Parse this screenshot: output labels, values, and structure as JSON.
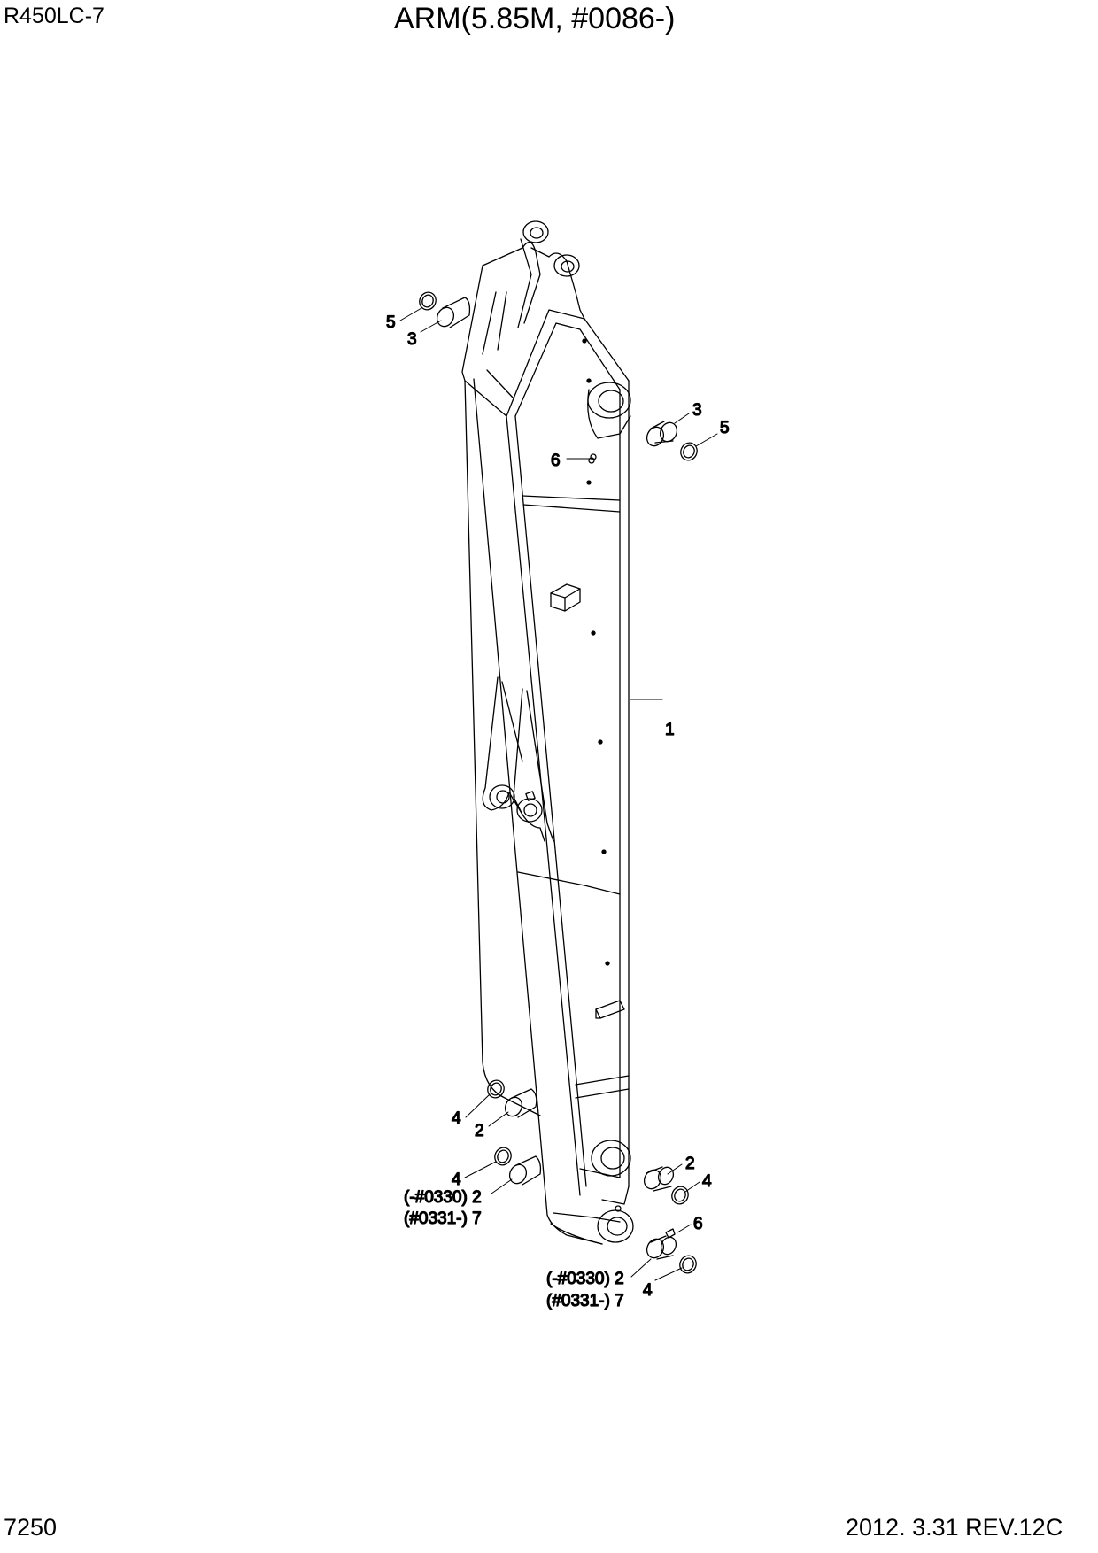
{
  "header": {
    "model": "R450LC-7",
    "title": "ARM(5.85M, #0086-)"
  },
  "footer": {
    "page_number": "7250",
    "revision": "2012. 3.31  REV.12C"
  },
  "callouts": {
    "c1": "1",
    "c2a": "2",
    "c2b": "2",
    "c2c": "(-#0330) 2",
    "c7c": "(#0331-) 7",
    "c2d": "(-#0330) 2",
    "c7d": "(#0331-) 7",
    "c3a": "3",
    "c3b": "3",
    "c4a": "4",
    "c4b": "4",
    "c4c": "4",
    "c4d": "4",
    "c5a": "5",
    "c5b": "5",
    "c6a": "6",
    "c6b": "6"
  }
}
